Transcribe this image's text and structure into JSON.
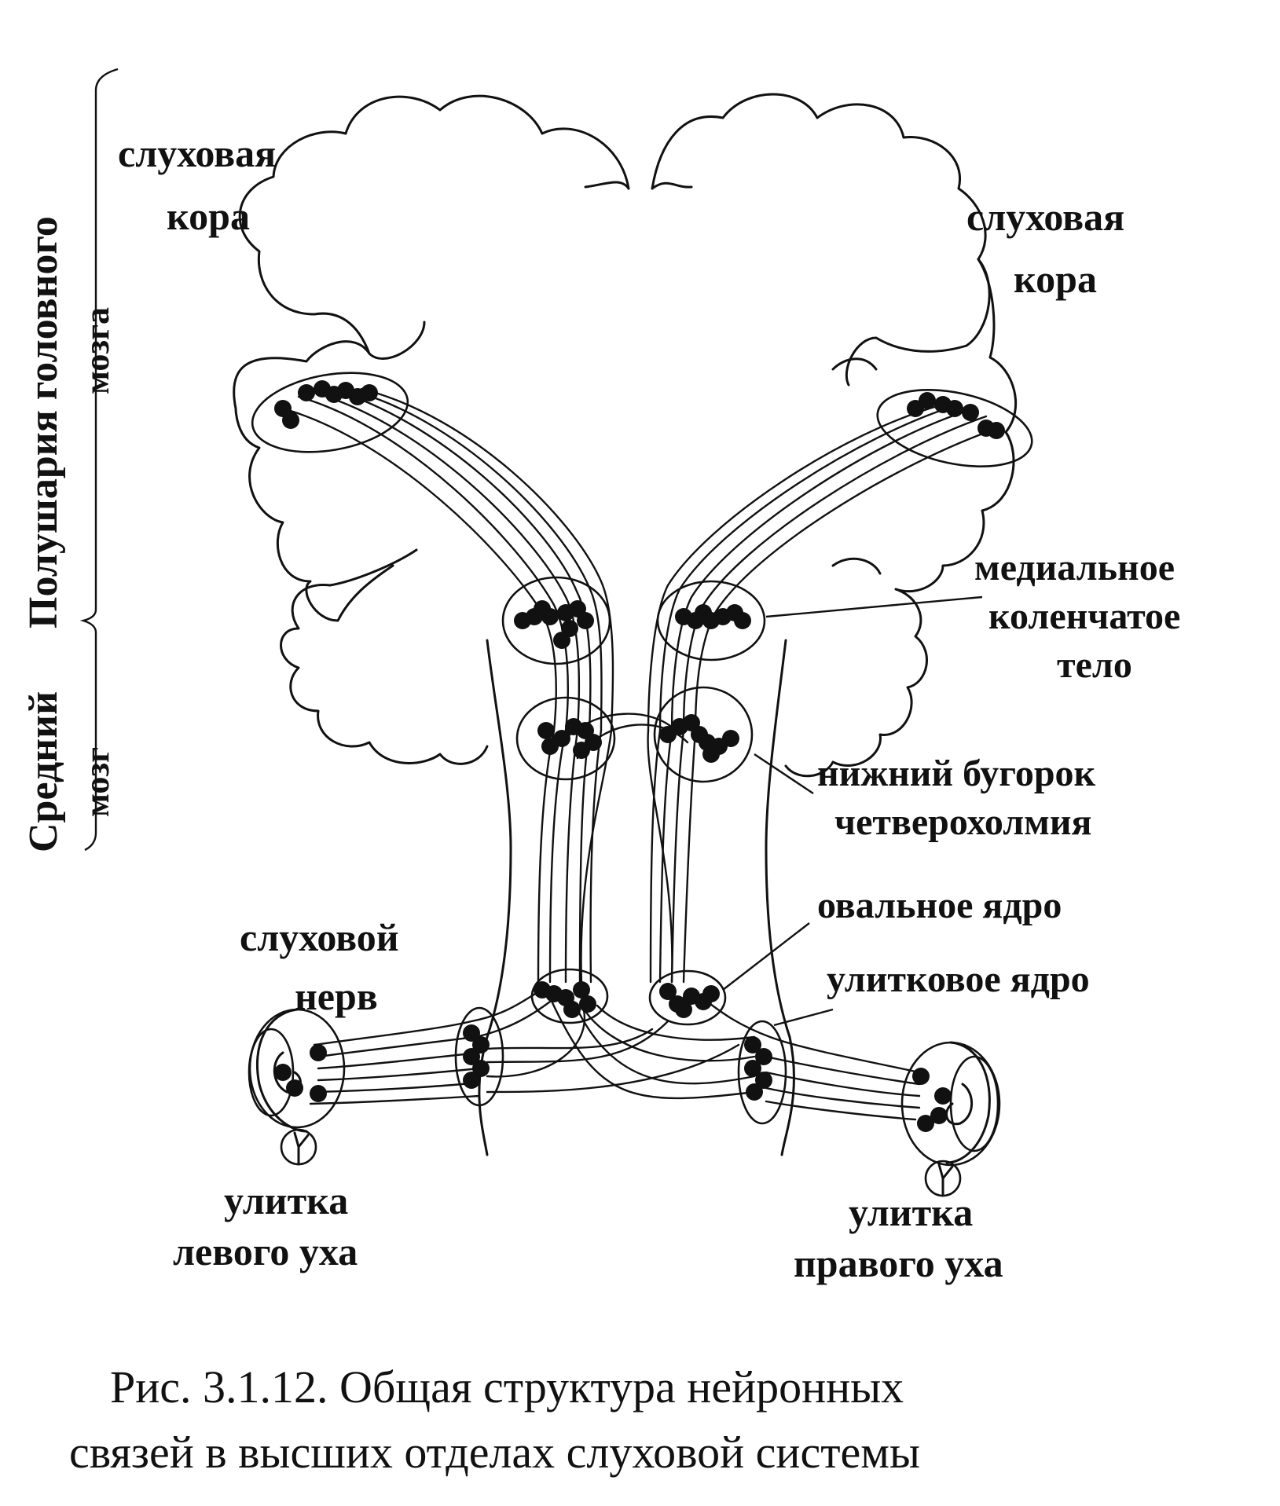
{
  "labels": {
    "auditory_cortex_left": [
      "слуховая",
      "кора"
    ],
    "auditory_cortex_right": [
      "слуховая",
      "кора"
    ],
    "medial_geniculate": [
      "медиальное",
      "коленчатое",
      "тело"
    ],
    "inferior_colliculus": [
      "нижний бугорок",
      "четверохолмия"
    ],
    "oval_nucleus": "овальное ядро",
    "cochlear_nucleus": "улитковое ядро",
    "auditory_nerve": [
      "слуховой",
      "нерв"
    ],
    "left_cochlea": [
      "улитка",
      "левого уха"
    ],
    "right_cochlea": [
      "улитка",
      "правого уха"
    ]
  },
  "side_labels": {
    "midbrain": "Средний",
    "midbrain_2": "мозг",
    "hemispheres": "Полушария головного",
    "hemispheres_2": "мозга"
  },
  "caption": [
    "Рис. 3.1.12. Общая структура нейронных",
    "связей в высших отделах слуховой системы"
  ]
}
